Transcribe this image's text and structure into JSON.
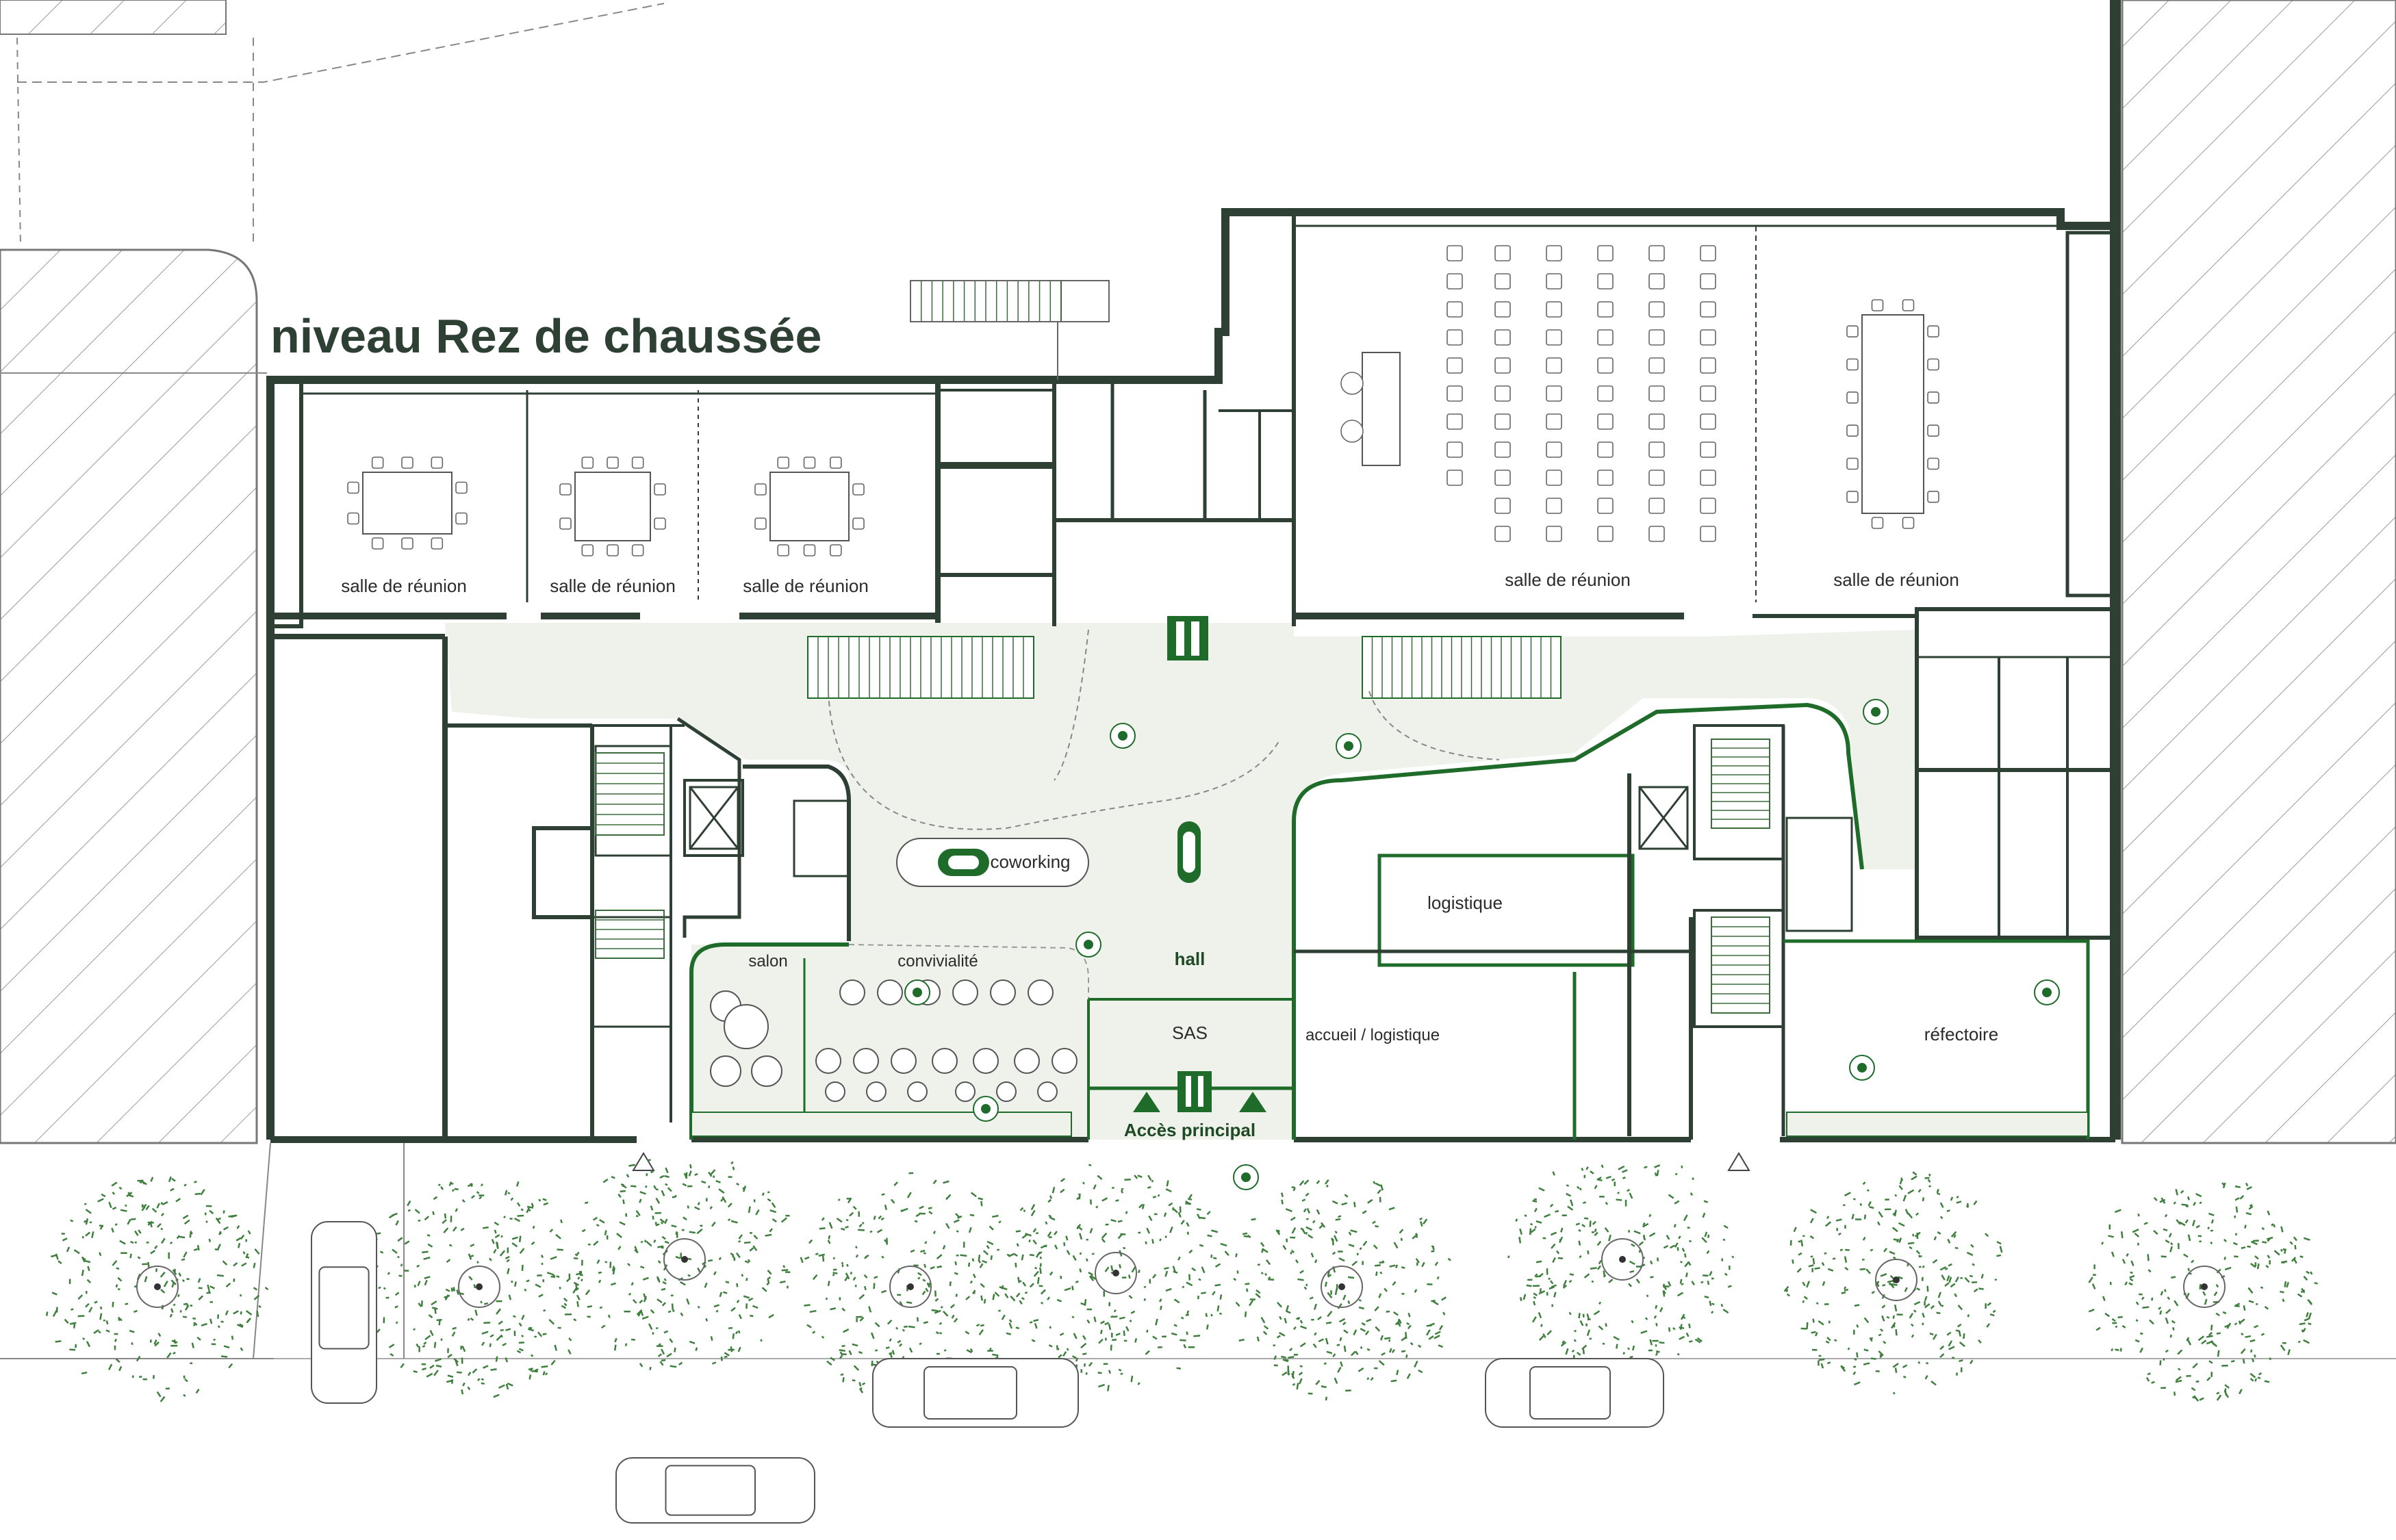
{
  "title": "niveau Rez de chaussée",
  "labels": {
    "meeting_1": "salle de réunion",
    "meeting_2": "salle de réunion",
    "meeting_3": "salle de réunion",
    "meeting_4": "salle de réunion",
    "meeting_5": "salle de réunion",
    "coworking": "coworking",
    "salon": "salon",
    "convivialite": "convivialité",
    "hall": "hall",
    "sas": "SAS",
    "acces": "Accès principal",
    "logistique": "logistique",
    "accueil": "accueil / logistique",
    "refectoire": "réfectoire"
  },
  "colors": {
    "wall": "#2e3f33",
    "accent": "#1e6b2a",
    "circulation": "#eef2ea",
    "tree": "#3f7f3d",
    "hatch": "#9a9a9a",
    "line": "#555555"
  },
  "icons": [
    "stairs-icon",
    "elevator-icon",
    "tree-icon",
    "car-icon",
    "person-icon",
    "chair-icon",
    "table-icon",
    "entrance-arrow-icon"
  ]
}
